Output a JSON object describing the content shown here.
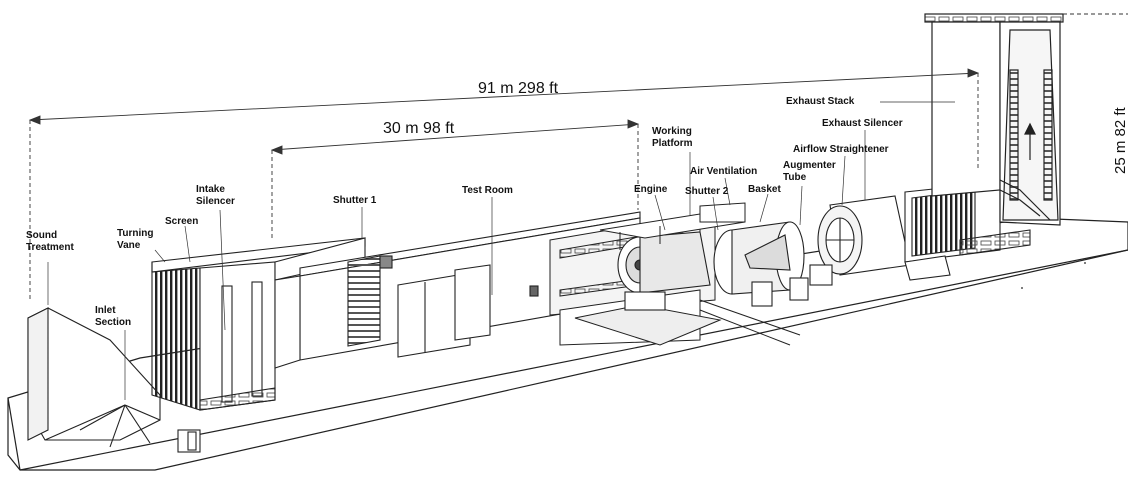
{
  "dimensions": {
    "overall": "91 m  298 ft",
    "test_section": "30 m  98 ft",
    "stack_height": "25 m  82 ft"
  },
  "labels": {
    "sound_treatment": [
      "Sound",
      "Treatment"
    ],
    "inlet_section": [
      "Inlet",
      "Section"
    ],
    "turning_vane": [
      "Turning",
      "Vane"
    ],
    "screen": "Screen",
    "intake_silencer": [
      "Intake",
      "Silencer"
    ],
    "shutter_1": "Shutter 1",
    "test_room": "Test Room",
    "engine": "Engine",
    "working_platform": [
      "Working",
      "Platform"
    ],
    "air_ventilation": "Air Ventilation",
    "shutter_2": "Shutter 2",
    "basket": "Basket",
    "augmenter_tube": [
      "Augmenter",
      "Tube"
    ],
    "airflow_straightener": "Airflow Straightener",
    "exhaust_silencer": "Exhaust Silencer",
    "exhaust_stack": "Exhaust Stack"
  }
}
